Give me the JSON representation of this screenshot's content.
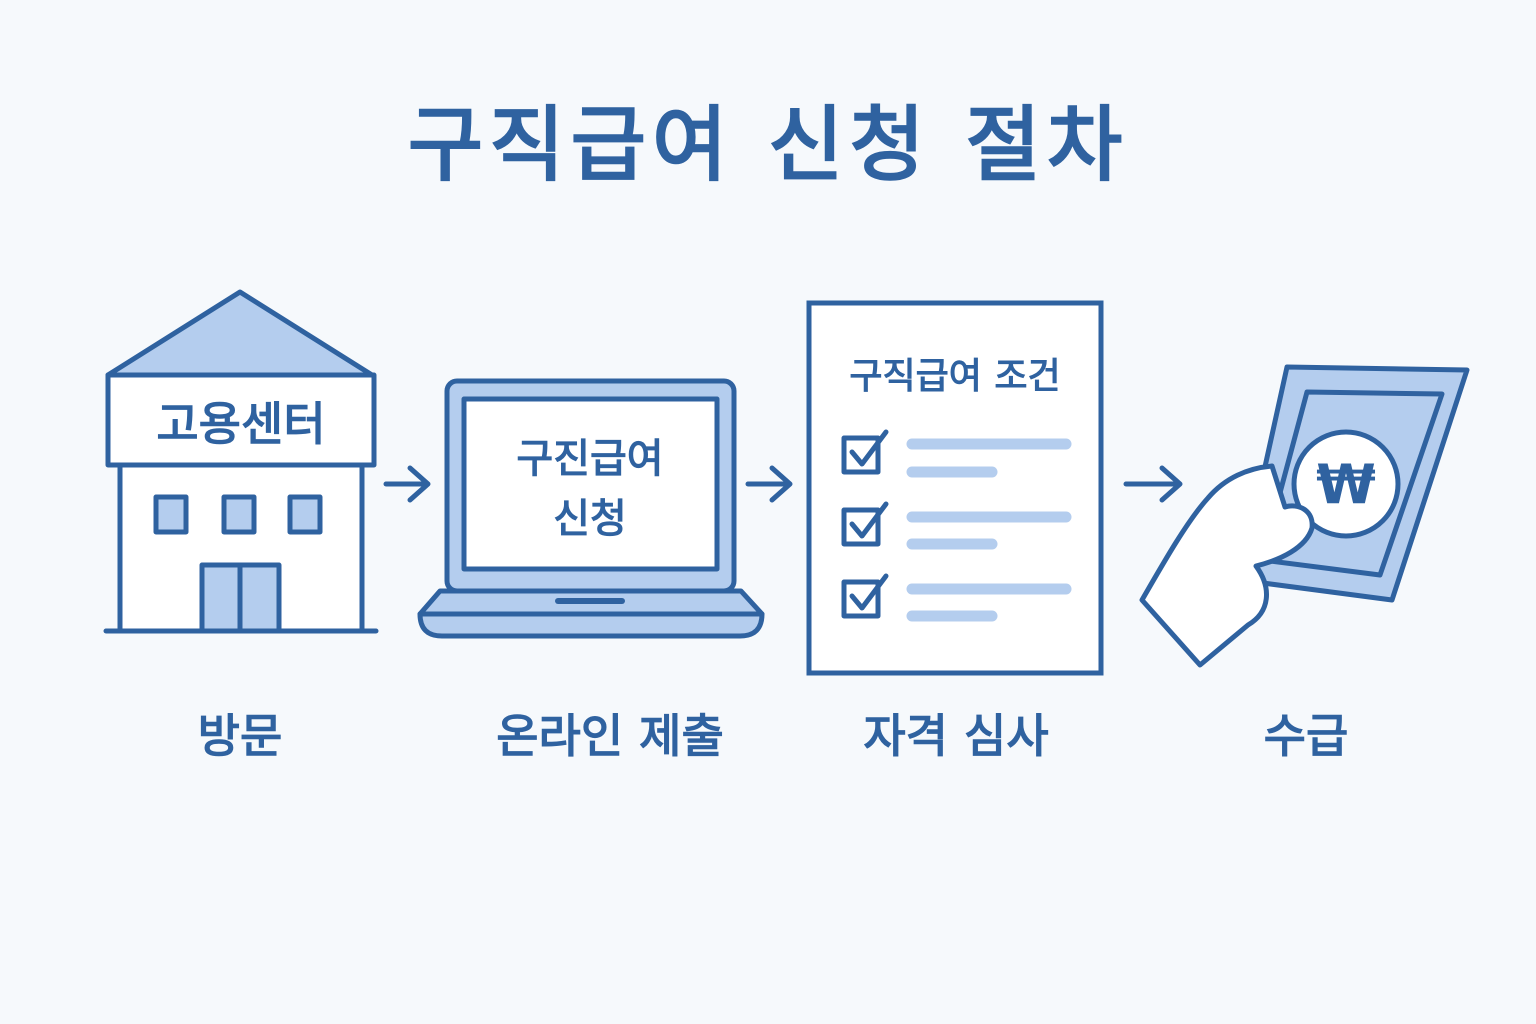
{
  "title": "구직급여 신청 절차",
  "colors": {
    "primary": "#2f62a0",
    "fill": "#b4cdee",
    "background": "#f6f9fc"
  },
  "steps": [
    {
      "caption": "방문",
      "icon": "building-icon",
      "sign": "고용센터"
    },
    {
      "caption": "온라인 제출",
      "icon": "laptop-icon",
      "screen_line1": "구진급여",
      "screen_line2": "신청"
    },
    {
      "caption": "자격 심사",
      "icon": "checklist-document-icon",
      "doc_title": "구직급여 조건"
    },
    {
      "caption": "수급",
      "icon": "hand-money-icon",
      "currency": "₩"
    }
  ]
}
